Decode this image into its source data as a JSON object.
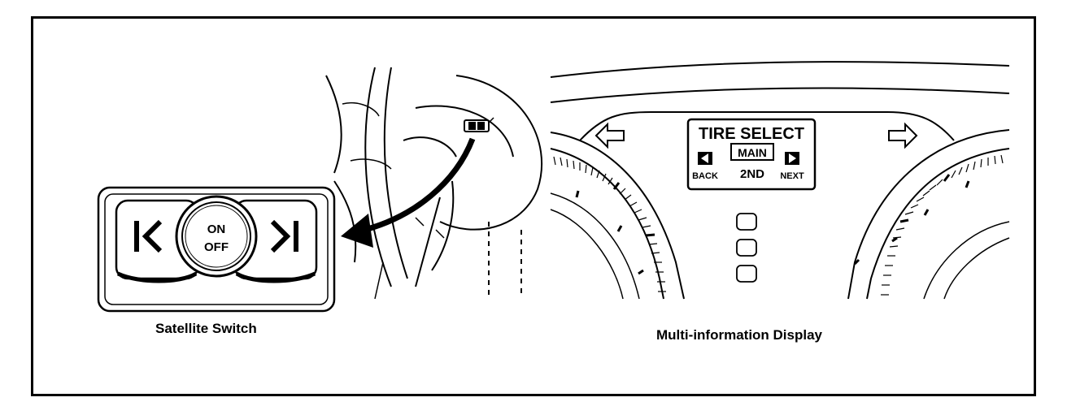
{
  "captions": {
    "left": "Satellite Switch",
    "right": "Multi-information Display"
  },
  "switch": {
    "on": "ON",
    "off": "OFF",
    "left_icon": "previous-chevron-icon",
    "right_icon": "next-chevron-icon"
  },
  "display": {
    "title": "TIRE SELECT",
    "main": "MAIN",
    "second": "2ND",
    "back": "BACK",
    "next": "NEXT",
    "left_arrow_icon": "left-arrow-icon",
    "right_arrow_icon": "right-arrow-icon"
  }
}
